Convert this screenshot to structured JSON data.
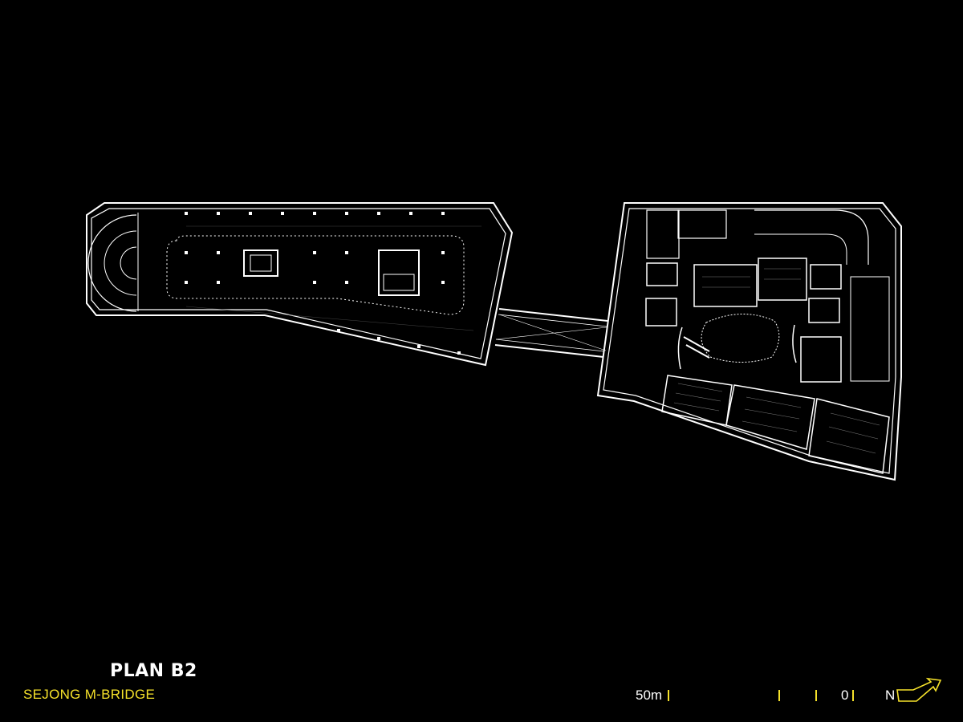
{
  "plan": {
    "title": "PLAN B2",
    "project": "SEJONG M-BRIDGE"
  },
  "scale_bar": {
    "start_label": "50m",
    "end_label": "0"
  },
  "north": {
    "label": "N"
  },
  "colors": {
    "background": "#000000",
    "lines": "#ffffff",
    "accent": "#f5e12a"
  }
}
